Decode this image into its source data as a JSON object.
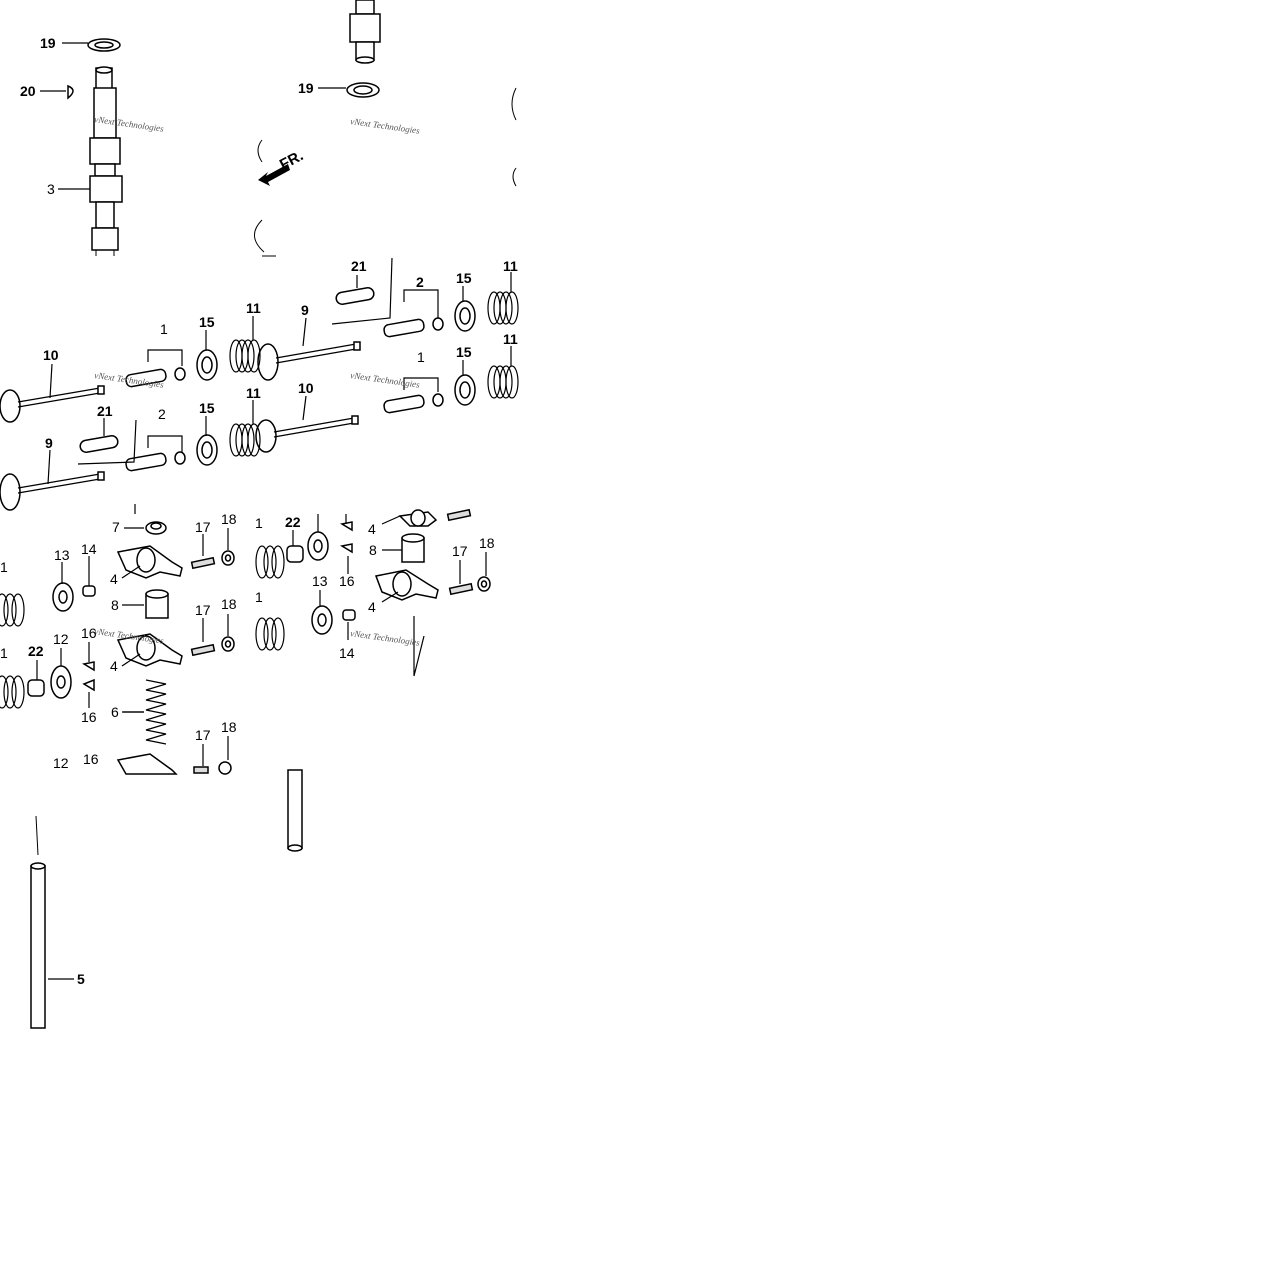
{
  "diagram": {
    "direction_label": "FR.",
    "watermark": "vNext Technologies",
    "labels": {
      "l1": "19",
      "l2": "20",
      "l3": "3",
      "l4": "19",
      "l5": "21",
      "l6": "2",
      "l7": "15",
      "l8": "11",
      "l9": "1",
      "l10": "15",
      "l11": "11",
      "l12": "9",
      "l13": "10",
      "l14": "1",
      "l15": "15",
      "l16": "11",
      "l17": "21",
      "l18": "2",
      "l19": "15",
      "l20": "11",
      "l21": "10",
      "l22": "9",
      "l23": "7",
      "l24": "17",
      "l25": "18",
      "l26": "1",
      "l27": "22",
      "l28": "4",
      "l29": "8",
      "l30": "17",
      "l31": "18",
      "l32": "13",
      "l33": "14",
      "l34": "4",
      "l35": "16",
      "l36": "1",
      "l37": "8",
      "l38": "17",
      "l39": "18",
      "l40": "1",
      "l41": "13",
      "l42": "16",
      "l43": "4",
      "l44": "14",
      "l45": "1",
      "l46": "22",
      "l47": "12",
      "l48": "16",
      "l49": "4",
      "l50": "16",
      "l51": "6",
      "l52": "17",
      "l53": "18",
      "l54": "12",
      "l55": "16",
      "l56": "5"
    }
  }
}
